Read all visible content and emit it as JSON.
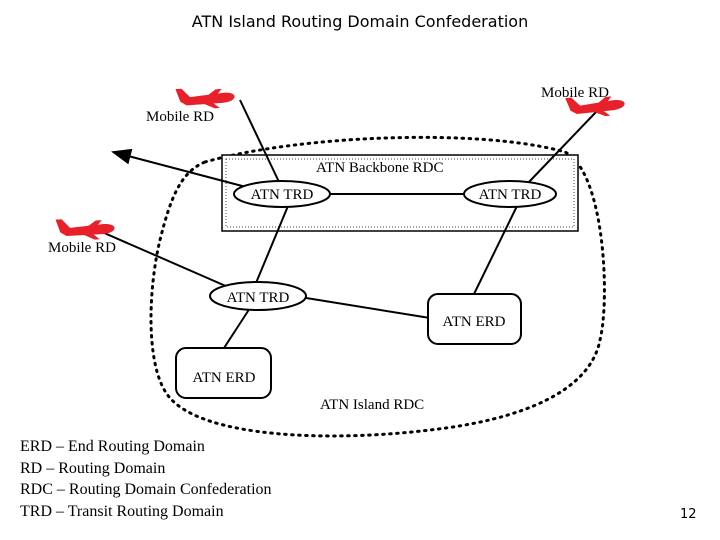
{
  "title": "ATN Island Routing Domain Confederation",
  "labels": {
    "mobile_rd_right": "Mobile RD",
    "mobile_rd_top": "Mobile RD",
    "mobile_rd_left": "Mobile RD",
    "backbone_rdc": "ATN Backbone RDC",
    "island_rdc": "ATN Island RDC"
  },
  "nodes": {
    "trd_backbone_left": "ATN TRD",
    "trd_backbone_right": "ATN TRD",
    "trd_island": "ATN TRD",
    "erd_right": "ATN ERD",
    "erd_left": "ATN ERD"
  },
  "legend": [
    "ERD – End Routing Domain",
    "RD – Routing Domain",
    "RDC – Routing Domain Confederation",
    "TRD – Transit Routing Domain"
  ],
  "page_number": "12",
  "colors": {
    "airplane": "#e8202a",
    "line": "#000000"
  }
}
